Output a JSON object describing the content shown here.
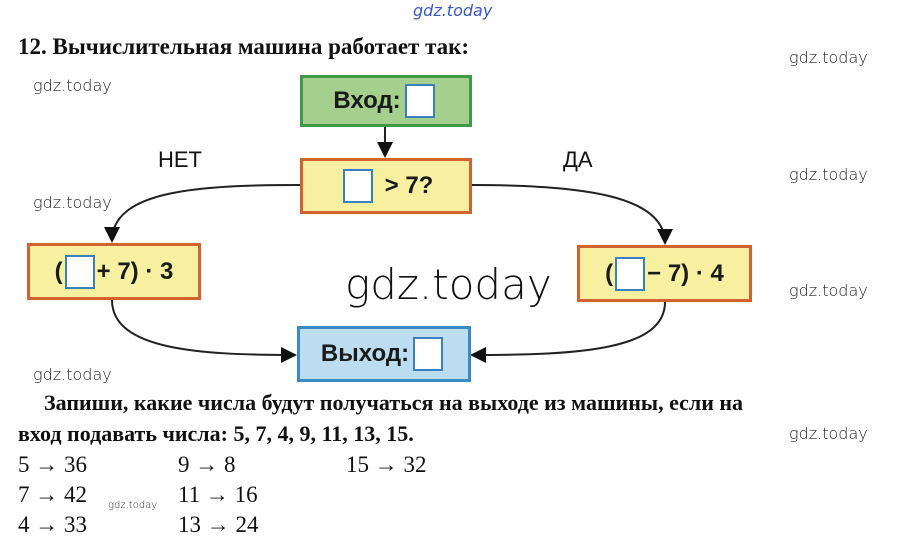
{
  "watermark": "gdz.today",
  "title": "12. Вычислительная машина работает так:",
  "diagram": {
    "input_label": "Вход:",
    "condition_label": "> 7?",
    "no_label": "НЕТ",
    "yes_label": "ДА",
    "no_formula_open": "(",
    "no_formula_rest": "+ 7) · 3",
    "yes_formula_open": "(",
    "yes_formula_rest": "− 7) · 4",
    "output_label": "Выход:"
  },
  "task": {
    "line1": "Запиши, какие числа будут получаться на выходе из машины, если на",
    "line2": "вход подавать числа: 5, 7, 4, 9, 11, 13, 15."
  },
  "answers": [
    [
      "5 → 36",
      "7 → 42",
      "4 → 33"
    ],
    [
      "9 → 8",
      "11 → 16",
      "13 → 24"
    ],
    [
      "15 → 32"
    ]
  ]
}
